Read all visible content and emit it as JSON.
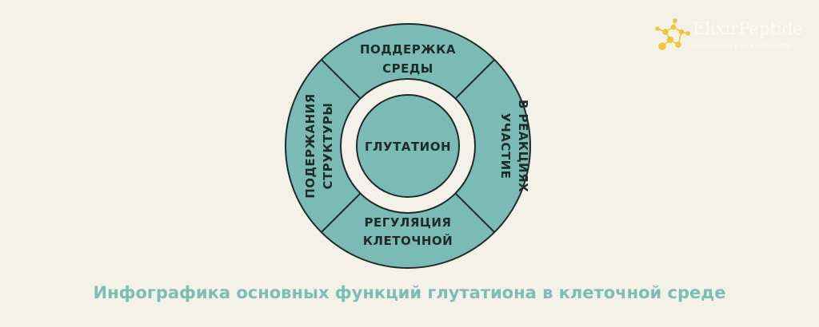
{
  "diagram": {
    "center": "ГЛУТАТИОН",
    "segments": {
      "top": [
        "ПОДДЕРЖКА",
        "СРЕДЫ"
      ],
      "right": [
        "УЧАСТИЕ",
        "В РЕАКЦИЯХ"
      ],
      "bottom": [
        "РЕГУЛЯЦИЯ",
        "КЛЕТОЧНОЙ"
      ],
      "left": [
        "ПОДЕРЖАНИЯ",
        "СТРУКТУРЫ"
      ]
    },
    "colors": {
      "fill": "#7bbbb5",
      "stroke": "#1f2a2a",
      "ring": "#f4f1e8",
      "background": "#f4f1e8"
    }
  },
  "caption": "Инфографика основных функций глутатиона в клеточной среде",
  "logo": {
    "name": "ElixirPeptide",
    "tagline": "ЧУДО НАУКИ В КАЖДОЙ КАПЛЕ"
  },
  "caption_color": "#7dbdb6"
}
